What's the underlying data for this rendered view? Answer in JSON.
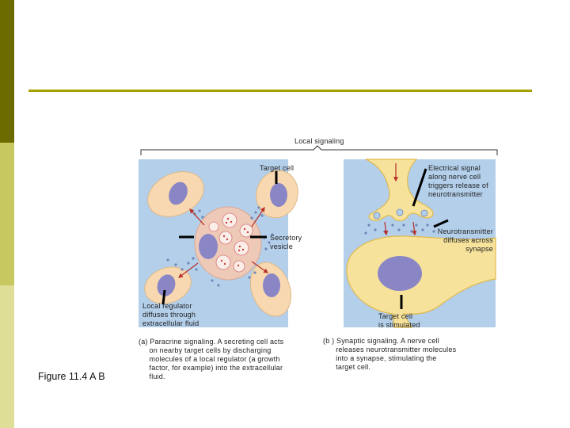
{
  "diagram": {
    "heading": "Local signaling",
    "left_panel": {
      "target_cell_label": "Target cell",
      "secretory_vesicle_label": "Secretory\nvesicle",
      "local_regulator_label": "Local regulator\ndiffuses through\nextracellular fluid",
      "caption": "(a) Paracrine signaling. A secreting cell acts\n     on nearby target cells by discharging\n     molecules of a local regulator (a growth\n     factor, for example) into the extracellular\n     fluid."
    },
    "right_panel": {
      "electrical_signal_label": "Electrical signal\nalong nerve cell\ntriggers release of\nneurotransmitter",
      "neurotransmitter_label": "Neurotransmitter\ndiffuses across\nsynapse",
      "target_stimulated_label": "Target cell\nis stimulated",
      "caption": "(b ) Synaptic signaling. A nerve cell\n      releases neurotransmitter molecules\n      into a synapse, stimulating the\n      target cell."
    },
    "figure_label": "Figure 11.4 A B"
  },
  "colors": {
    "panel_bg": "#b3cfea",
    "cell_fill": "#f7d8b0",
    "nucleus_fill": "#8a86c6",
    "secreting_fill": "#efc9b8",
    "nerve_fill": "#f6e29a",
    "molecule": "#6f88b8",
    "arrow": "#b8302a"
  }
}
